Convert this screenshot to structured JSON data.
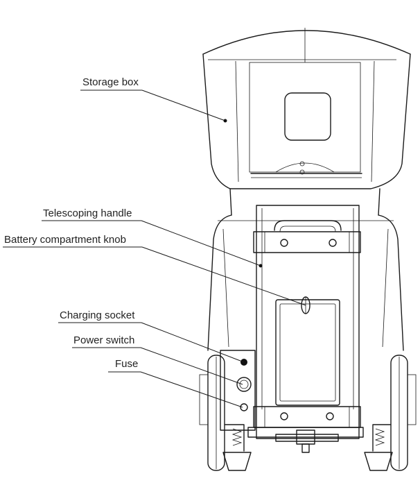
{
  "callouts": [
    {
      "id": "storage-box",
      "label": "Storage box"
    },
    {
      "id": "telescoping-handle",
      "label": "Telescoping handle"
    },
    {
      "id": "battery-compartment-knob",
      "label": "Battery compartment knob"
    },
    {
      "id": "charging-socket",
      "label": "Charging socket"
    },
    {
      "id": "power-switch",
      "label": "Power switch"
    },
    {
      "id": "fuse",
      "label": "Fuse"
    }
  ],
  "colors": {
    "line": "#1a1a1a",
    "text": "#222222",
    "background": "#ffffff"
  }
}
